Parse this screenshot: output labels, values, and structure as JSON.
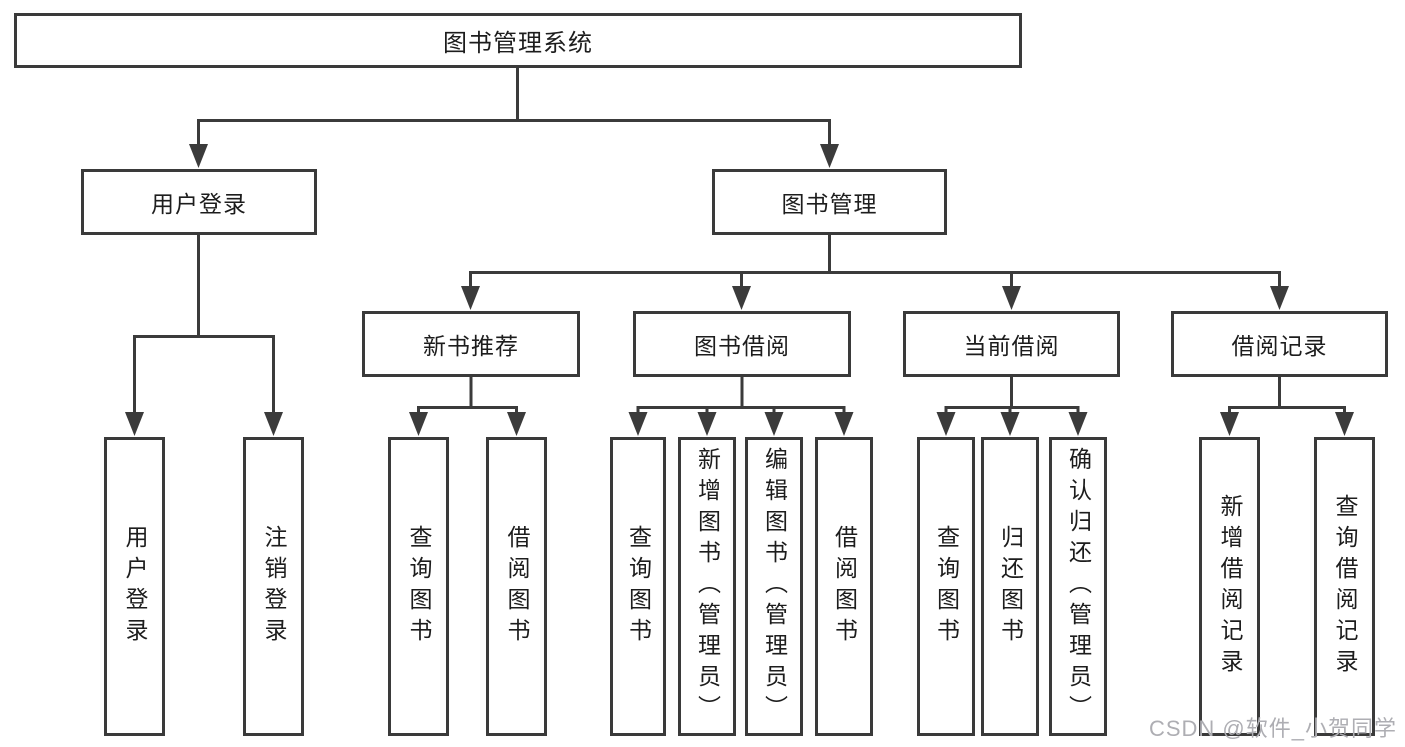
{
  "diagram_type": "tree",
  "structure": {
    "root": "图书管理系统",
    "children": [
      {
        "label": "用户登录",
        "children": [
          "用户登录",
          "注销登录"
        ]
      },
      {
        "label": "图书管理",
        "children": [
          {
            "label": "新书推荐",
            "children": [
              "查询图书",
              "借阅图书"
            ]
          },
          {
            "label": "图书借阅",
            "children": [
              "查询图书",
              "新增图书（管理员）",
              "编辑图书（管理员）",
              "借阅图书"
            ]
          },
          {
            "label": "当前借阅",
            "children": [
              "查询图书",
              "归还图书",
              "确认归还（管理员）"
            ]
          },
          {
            "label": "借阅记录",
            "children": [
              "新增借阅记录",
              "查询借阅记录"
            ]
          }
        ]
      }
    ]
  },
  "watermark": {
    "text": "CSDN @软件_小贺同学"
  },
  "colors": {
    "line": "#3b3b3b",
    "box_border": "#3a3a3a",
    "box_fill": "#ffffff",
    "text": "#1d1d1d",
    "watermark": "#aeaeb3",
    "background": "#ffffff"
  }
}
